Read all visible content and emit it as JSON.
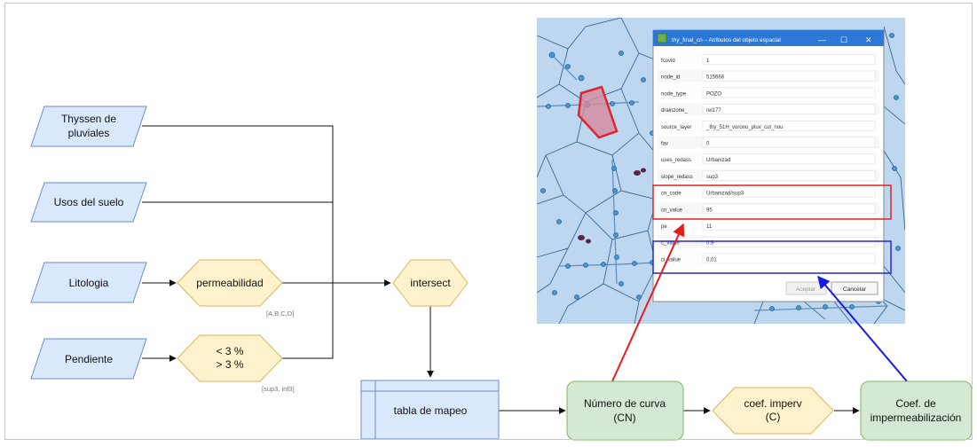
{
  "flow": {
    "inputs": {
      "thyssen_line1": "Thyssen de",
      "thyssen_line2": "pluviales",
      "usos": "Usos del suelo",
      "litologia": "Litologia",
      "pendiente": "Pendiente"
    },
    "decisions": {
      "permeabilidad": "permeabilidad",
      "intersect": "intersect",
      "slope_line1": "< 3 %",
      "slope_line2": "> 3 %",
      "coef_line1": "coef. imperv",
      "coef_line2": "(C)"
    },
    "annotations": {
      "abcd": "[A,B,C,D]",
      "sup_inf": "[sup3, inf3]"
    },
    "table": {
      "label": "tabla de mapeo"
    },
    "process": {
      "cn_line1": "Número de curva",
      "cn_line2": "(CN)",
      "imp_line1": "Coef. de",
      "imp_line2": "impermeabilización"
    }
  },
  "dialog": {
    "title": "thy_final_cn – Atributos del objeto espacial",
    "fields": [
      {
        "name": "fcovid",
        "value": "1"
      },
      {
        "name": "node_id",
        "value": "515668"
      },
      {
        "name": "node_type",
        "value": "POZO"
      },
      {
        "name": "drainzone_",
        "value": "rel177"
      },
      {
        "name": "source_layer",
        "value": "_thy_51H_vorono_pluv_cut_nou"
      },
      {
        "name": "fav",
        "value": "0"
      },
      {
        "name": "uses_redass",
        "value": "Urbanizad"
      },
      {
        "name": "slope_redass",
        "value": "sup3"
      },
      {
        "name": "cn_code",
        "value": "Urbanizad/sup3"
      },
      {
        "name": "cn_value",
        "value": "95"
      },
      {
        "name": "pe",
        "value": "11"
      },
      {
        "name": "c_value",
        "value": "0,9"
      },
      {
        "name": "ci_value",
        "value": "0,01"
      }
    ],
    "ok_label": "Aceptar",
    "cancel_label": "Cancelar",
    "minimize_glyph": "—",
    "maximize_glyph": "☐",
    "close_glyph": "✕"
  },
  "colors": {
    "input_fill": "#dae8fc",
    "input_stroke": "#6c8ebf",
    "decision_fill": "#fff2cc",
    "decision_stroke": "#d6b656",
    "process_fill": "#d5e8d4",
    "process_stroke": "#82b366",
    "map_bg": "#bcd7ef",
    "red_arrow": "#e51d1d",
    "blue_arrow": "#1a1ae6"
  }
}
